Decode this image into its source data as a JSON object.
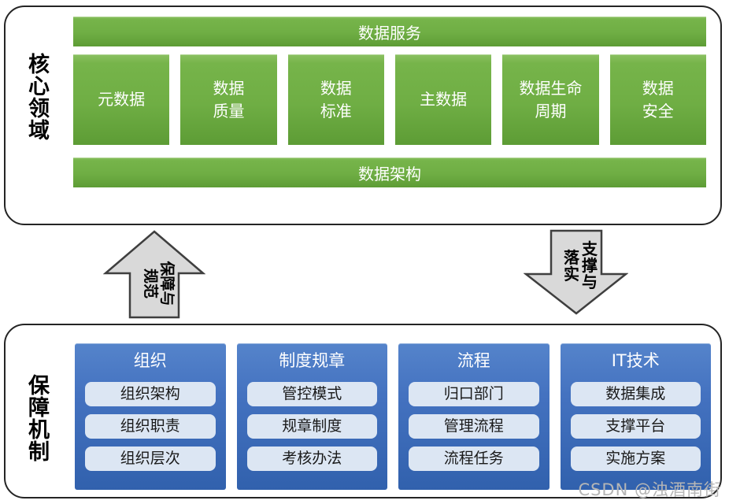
{
  "core_panel": {
    "label": "核心领域",
    "top_bar": "数据服务",
    "bottom_bar": "数据架构",
    "boxes": [
      "元数据",
      "数据\n质量",
      "数据\n标准",
      "主数据",
      "数据生命\n周期",
      "数据\n安全"
    ]
  },
  "arrows": {
    "up_label": "保障与\n规范",
    "down_label": "支撑与\n落实"
  },
  "bottom_panel": {
    "label": "保障机制",
    "columns": [
      {
        "header": "组织",
        "items": [
          "组织架构",
          "组织职责",
          "组织层次"
        ]
      },
      {
        "header": "制度规章",
        "items": [
          "管控模式",
          "规章制度",
          "考核办法"
        ]
      },
      {
        "header": "流程",
        "items": [
          "归口部门",
          "管理流程",
          "流程任务"
        ]
      },
      {
        "header": "IT技术",
        "items": [
          "数据集成",
          "支撑平台",
          "实施方案"
        ]
      }
    ]
  },
  "watermark": "CSDN @浊酒南街",
  "colors": {
    "green_top": "#76b44a",
    "green_bottom": "#5d9c35",
    "blue_top": "#5584cb",
    "blue_bottom": "#3161ad",
    "item_bg": "#dce6f3",
    "arrow_fill": "#d9d9d9",
    "arrow_stroke": "#3f3f3f",
    "panel_border": "#242424",
    "watermark_gray": "#b6b6b6"
  }
}
